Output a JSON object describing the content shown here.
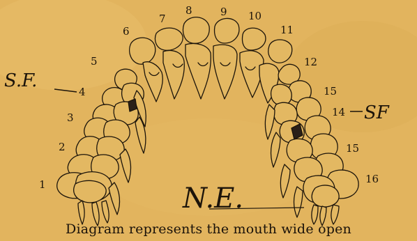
{
  "tooth_numbers": [
    "1",
    "2",
    "3",
    "4",
    "5",
    "6",
    "7",
    "8",
    "9",
    "10",
    "11",
    "12",
    "15",
    "14",
    "15",
    "16"
  ],
  "annotations": {
    "left_mark": "S.F.",
    "right_mark": "SF",
    "center_initials": "N.E."
  },
  "caption": "Diagram represents the mouth wide open",
  "colors": {
    "paper": "#e2b45e",
    "ink": "#1c140a",
    "filling": "#2a2018"
  }
}
